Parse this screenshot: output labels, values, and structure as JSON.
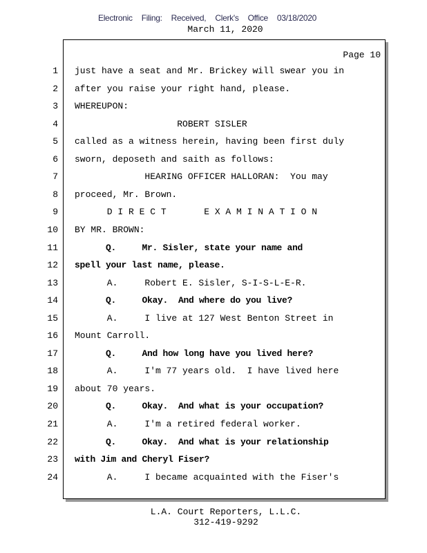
{
  "stamp": "Electronic Filing: Received, Clerk's Office 03/18/2020",
  "date": "March 11, 2020",
  "page_label": "Page 10",
  "lines": [
    {
      "n": "1",
      "t": "just have a seat and Mr. Brickey will swear you in",
      "b": false
    },
    {
      "n": "2",
      "t": "after you raise your right hand, please.",
      "b": false
    },
    {
      "n": "3",
      "t": "WHEREUPON:",
      "b": false
    },
    {
      "n": "4",
      "t": "                   ROBERT SISLER",
      "b": false
    },
    {
      "n": "5",
      "t": "called as a witness herein, having been first duly",
      "b": false
    },
    {
      "n": "6",
      "t": "sworn, deposeth and saith as follows:",
      "b": false
    },
    {
      "n": "7",
      "t": "             HEARING OFFICER HALLORAN:  You may",
      "b": false
    },
    {
      "n": "8",
      "t": "proceed, Mr. Brown.",
      "b": false
    },
    {
      "n": "9",
      "t": "      D I R E C T       E X A M I N A T I O N",
      "b": false
    },
    {
      "n": "10",
      "t": "BY MR. BROWN:",
      "b": false
    },
    {
      "n": "11",
      "t": "      Q.     Mr. Sisler, state your name and",
      "b": true
    },
    {
      "n": "12",
      "t": "spell your last name, please.",
      "b": true
    },
    {
      "n": "13",
      "t": "      A.     Robert E. Sisler, S-I-S-L-E-R.",
      "b": false
    },
    {
      "n": "14",
      "t": "      Q.     Okay.  And where do you live?",
      "b": true
    },
    {
      "n": "15",
      "t": "      A.     I live at 127 West Benton Street in",
      "b": false
    },
    {
      "n": "16",
      "t": "Mount Carroll.",
      "b": false
    },
    {
      "n": "17",
      "t": "      Q.     And how long have you lived here?",
      "b": true
    },
    {
      "n": "18",
      "t": "      A.     I'm 77 years old.  I have lived here",
      "b": false
    },
    {
      "n": "19",
      "t": "about 70 years.",
      "b": false
    },
    {
      "n": "20",
      "t": "      Q.     Okay.  And what is your occupation?",
      "b": true
    },
    {
      "n": "21",
      "t": "      A.     I'm a retired federal worker.",
      "b": false
    },
    {
      "n": "22",
      "t": "      Q.     Okay.  And what is your relationship",
      "b": true
    },
    {
      "n": "23",
      "t": "with Jim and Cheryl Fiser?",
      "b": true
    },
    {
      "n": "24",
      "t": "      A.     I became acquainted with the Fiser's",
      "b": false
    }
  ],
  "footer": {
    "company": "L.A. Court Reporters, L.L.C.",
    "phone": "312-419-9292"
  }
}
